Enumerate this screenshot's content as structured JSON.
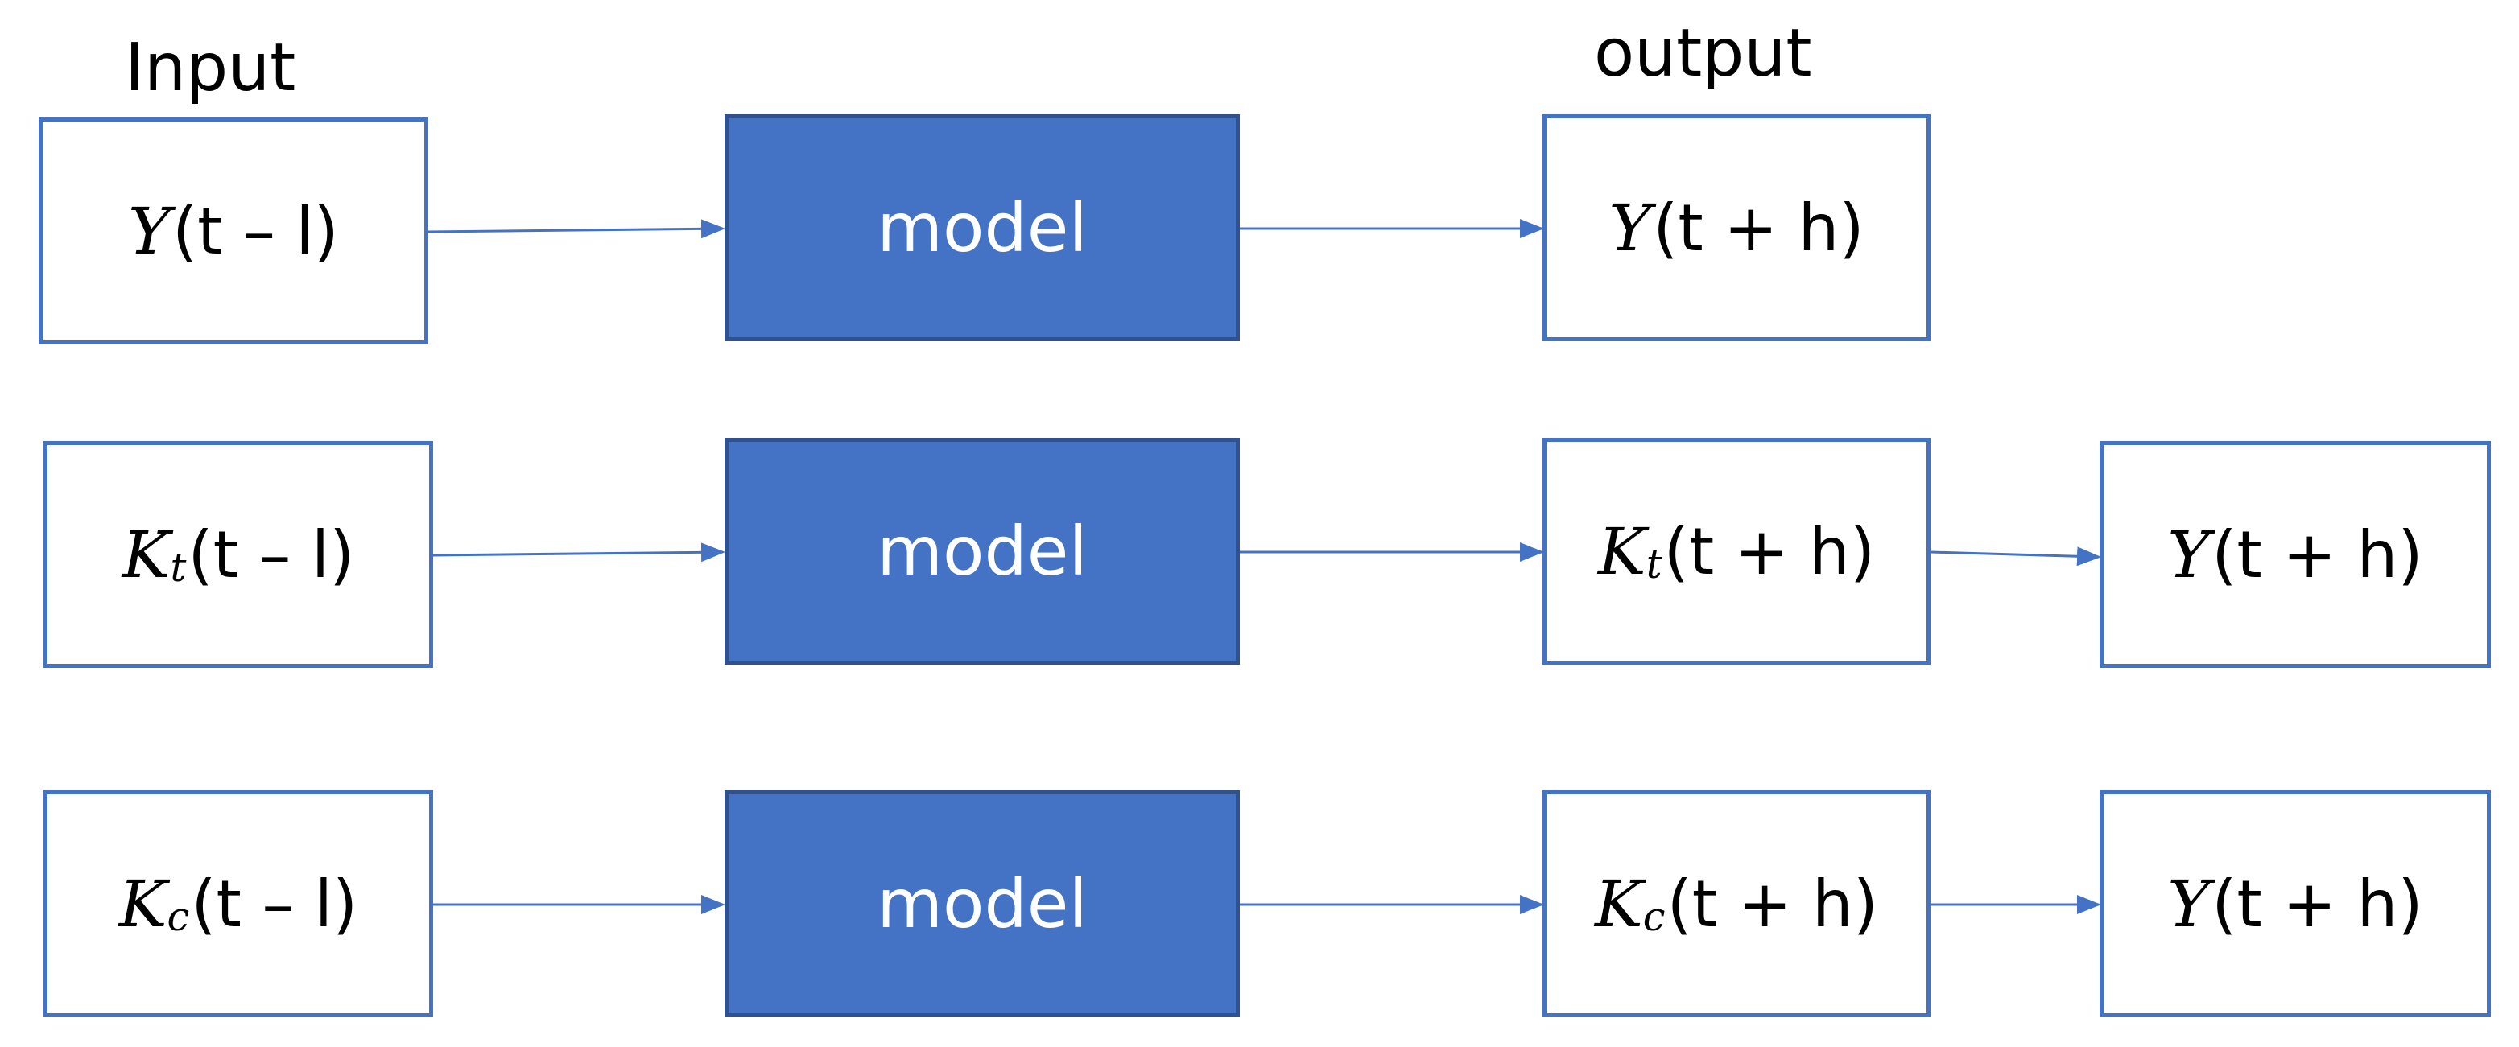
{
  "colors": {
    "accent": "#4472C4",
    "model_border": "#2F528F",
    "model_text": "#FFFFFF"
  },
  "headers": {
    "input": "Input",
    "output": "output"
  },
  "rows": [
    {
      "input": {
        "symbol": "Y",
        "subscript": "",
        "args": "(t – l)"
      },
      "model": "model",
      "output": {
        "symbol": "Y",
        "subscript": "",
        "args": "(t + h)"
      }
    },
    {
      "input": {
        "symbol": "K",
        "subscript": "t",
        "args": "(t – l)"
      },
      "model": "model",
      "output": {
        "symbol": "K",
        "subscript": "t",
        "args": "(t + h)"
      },
      "final": {
        "symbol": "Y",
        "subscript": "",
        "args": "(t + h)"
      }
    },
    {
      "input": {
        "symbol": "K",
        "subscript": "c",
        "args": "(t – l)"
      },
      "model": "model",
      "output": {
        "symbol": "K",
        "subscript": "c",
        "args": "(t + h)"
      },
      "final": {
        "symbol": "Y",
        "subscript": "",
        "args": "(t + h)"
      }
    }
  ]
}
